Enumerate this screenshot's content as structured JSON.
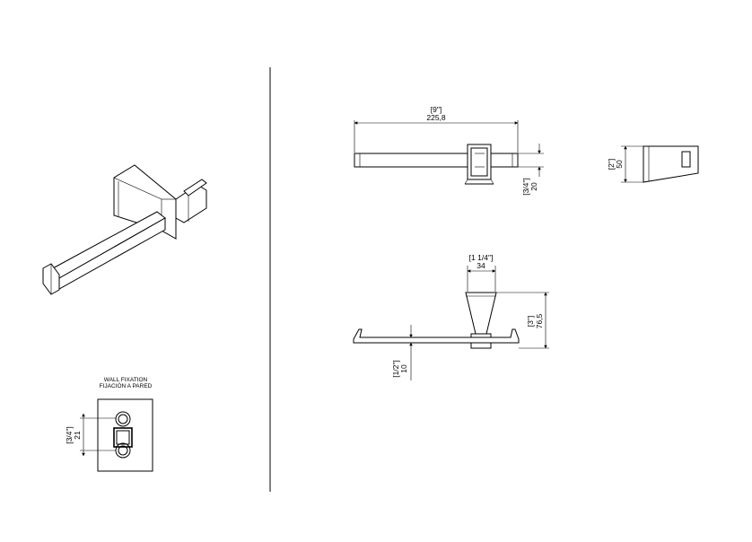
{
  "caption": {
    "line1": "WALL FIXATION",
    "line2": "FIJACIÓN A PARED"
  },
  "dimensions": {
    "overall_length": {
      "inch": "[9\"]",
      "mm": "225,8"
    },
    "top_depth": {
      "inch": "[3/4\"]",
      "mm": "20"
    },
    "side_height": {
      "inch": "[2\"]",
      "mm": "50"
    },
    "bracket_width": {
      "inch": "[1 1/4\"]",
      "mm": "34"
    },
    "bracket_height": {
      "inch": "[3\"]",
      "mm": "76,5"
    },
    "bar_thickness": {
      "inch": "[1/2\"]",
      "mm": "10"
    },
    "fixation_spacing": {
      "inch": "[3/4\"]",
      "mm": "21"
    }
  }
}
